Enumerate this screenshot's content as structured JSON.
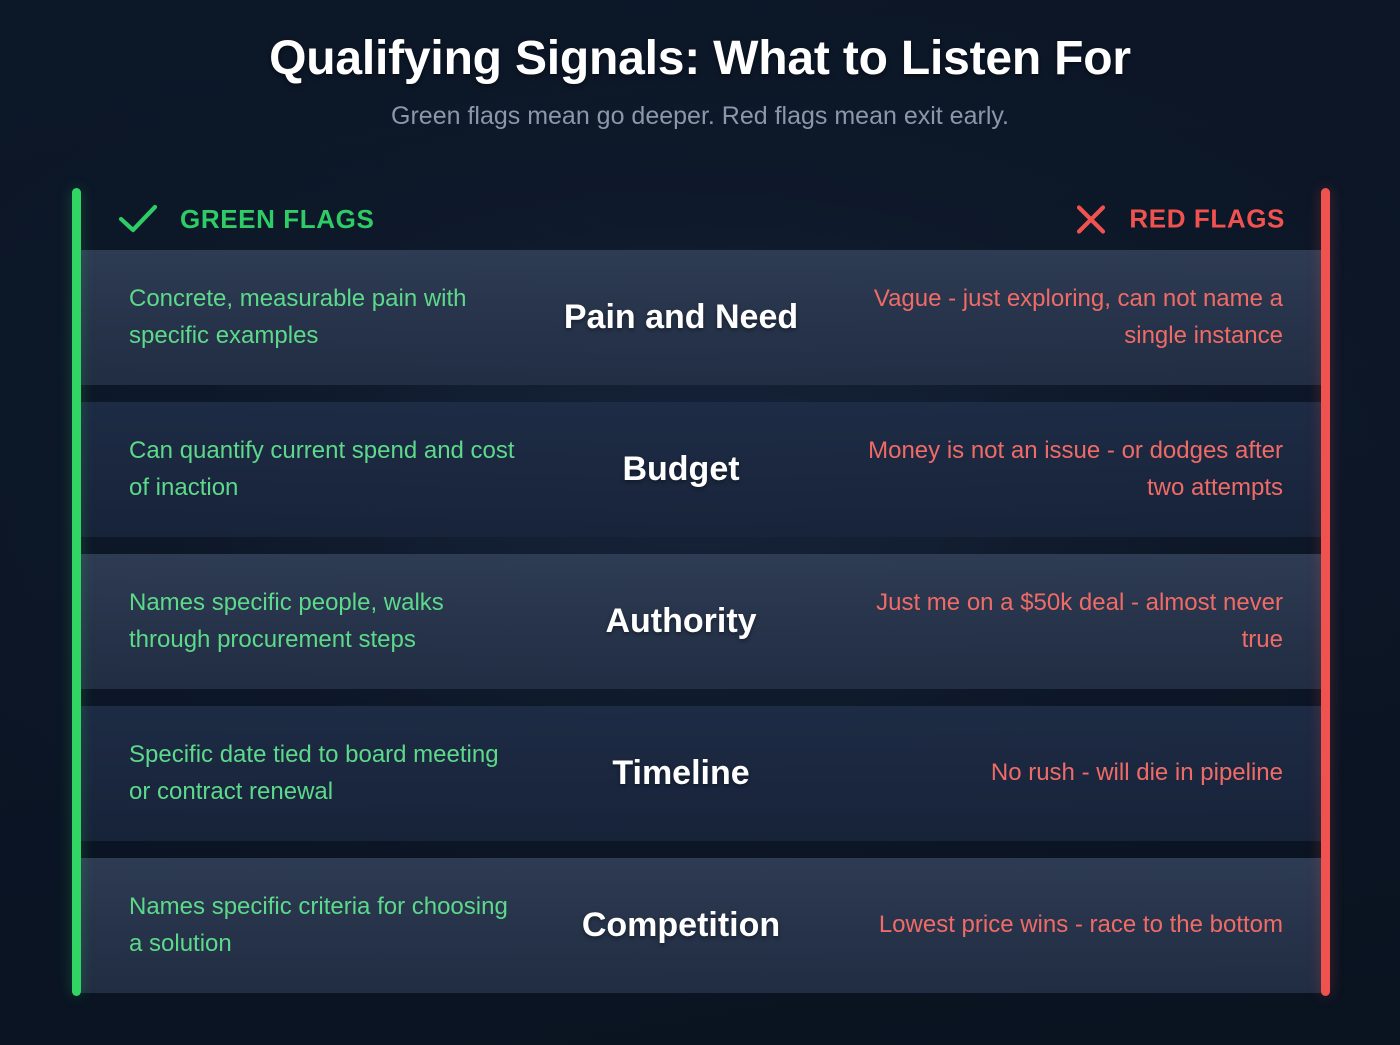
{
  "header": {
    "title": "Qualifying Signals: What to Listen For",
    "subtitle": "Green flags mean go deeper. Red flags mean exit early."
  },
  "columns": {
    "green_label": "GREEN FLAGS",
    "green_icon": "check-icon",
    "red_label": "RED FLAGS",
    "red_icon": "x-icon"
  },
  "colors": {
    "green_accent": "#30d563",
    "red_accent": "#f0534f",
    "green_text": "#5cd98a",
    "red_text": "#f06b66",
    "background": "#0c1628",
    "row_light": "#2f3d55",
    "row_dark": "#1e2c46"
  },
  "rows": [
    {
      "green": "Concrete, measurable pain with specific examples",
      "category": "Pain and Need",
      "red": "Vague - just exploring, can not name a single instance"
    },
    {
      "green": "Can quantify current spend and cost of inaction",
      "category": "Budget",
      "red": "Money is not an issue - or dodges after two attempts"
    },
    {
      "green": "Names specific people, walks through procurement steps",
      "category": "Authority",
      "red": "Just me on a $50k deal - almost never true"
    },
    {
      "green": "Specific date tied to board meeting or contract renewal",
      "category": "Timeline",
      "red": "No rush - will die in pipeline"
    },
    {
      "green": "Names specific criteria for choosing a solution",
      "category": "Competition",
      "red": "Lowest price wins - race to the bottom"
    }
  ]
}
